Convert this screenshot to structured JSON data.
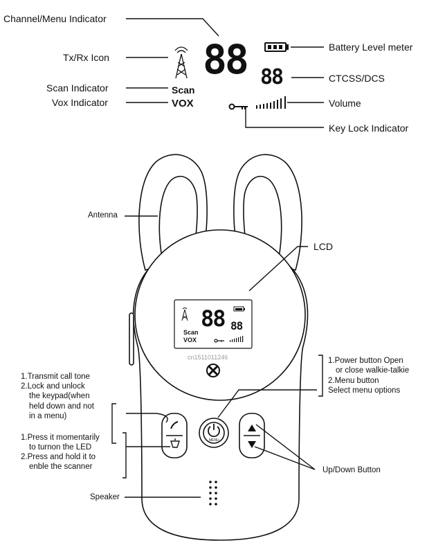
{
  "top": {
    "channel_indicator": "Channel/Menu Indicator",
    "txrx_icon": "Tx/Rx Icon",
    "scan_indicator": "Scan Indicator",
    "vox_indicator": "Vox Indicator",
    "battery_meter": "Battery Level meter",
    "ctcss": "CTCSS/DCS",
    "volume": "Volume",
    "key_lock": "Key Lock Indicator",
    "lcd_scan": "Scan",
    "lcd_vox": "VOX",
    "lcd_digits": "88",
    "lcd_small_digits": "88"
  },
  "device": {
    "antenna": "Antenna",
    "lcd": "LCD",
    "speaker": "Speaker",
    "updown": "Up/Down Button",
    "watermark": "cn1511011246",
    "mini_scan": "Scan",
    "mini_vox": "VOX",
    "mini_digits": "88",
    "mini_small_digits": "88",
    "menu_text": "MENU",
    "left_notes_top": [
      "1.Transmit call tone",
      "2.Lock and unlock",
      "the keypad(when",
      "held down and not",
      "in a menu)"
    ],
    "left_notes_bottom": [
      "1.Press it momentarily",
      "to turnon the LED",
      "2.Press and hold it to",
      "enble the scanner"
    ],
    "right_notes": [
      "1.Power button Open",
      "or close walkie-talkie",
      "2.Menu button",
      "Select menu options"
    ]
  }
}
